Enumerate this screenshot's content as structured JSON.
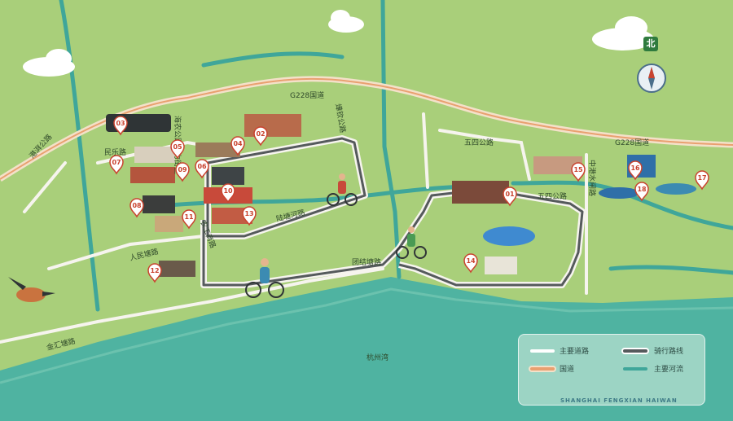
{
  "compass": {
    "north": "北"
  },
  "roads": {
    "g228_top": "G228国道",
    "g228_right": "G228国道",
    "gangpu": "港湃公路",
    "minle": "民乐路",
    "hainong": "海农公路活力街区",
    "yinqin": "燁钦公路",
    "wusi_mid": "五四公路",
    "wusi_right": "五四公路",
    "zhonggang": "中港水闸路",
    "luotang": "陆塘河路",
    "nonggong": "农工商路",
    "renmin": "人民塘路",
    "tuanjie": "团结塘路",
    "jinhui": "金汇塘路",
    "hangzhou_bay": "杭州湾"
  },
  "pins": [
    {
      "num": "01"
    },
    {
      "num": "02"
    },
    {
      "num": "03"
    },
    {
      "num": "04"
    },
    {
      "num": "05"
    },
    {
      "num": "06"
    },
    {
      "num": "07"
    },
    {
      "num": "08"
    },
    {
      "num": "09"
    },
    {
      "num": "10"
    },
    {
      "num": "11"
    },
    {
      "num": "12"
    },
    {
      "num": "13"
    },
    {
      "num": "14"
    },
    {
      "num": "15"
    },
    {
      "num": "16"
    },
    {
      "num": "17"
    },
    {
      "num": "18"
    }
  ],
  "legend": {
    "main_road": "主要道路",
    "cycling": "骑行路线",
    "national": "国道",
    "river": "主要河流"
  },
  "footer": "SHANGHAI FENGXIAN HAIWAN",
  "colors": {
    "land": "#a9cf7a",
    "sea": "#4fb3a1",
    "river": "#3fa69a",
    "national_road": "#e9a070",
    "cycling": "#555a5c",
    "pin": "#c9432f"
  }
}
